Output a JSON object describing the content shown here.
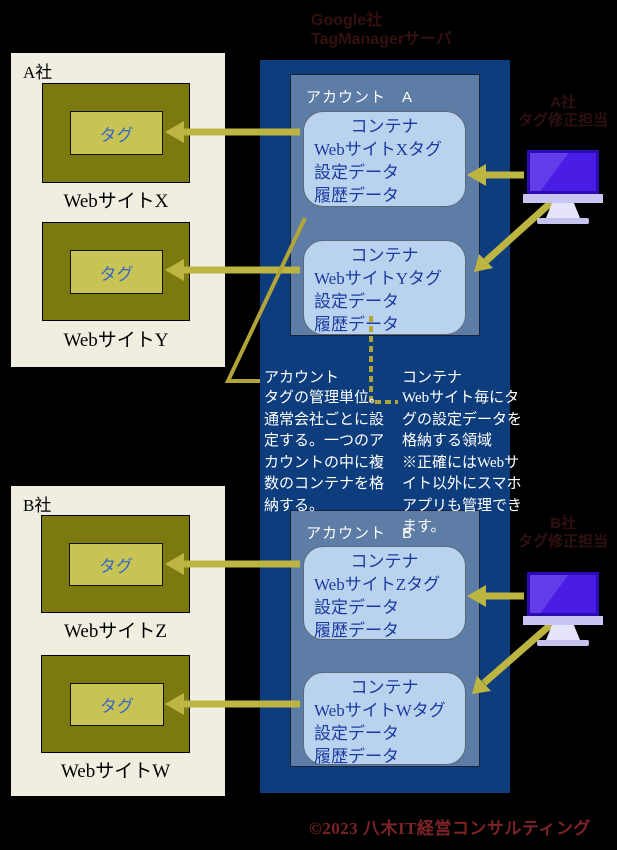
{
  "title": {
    "line1": "Google社",
    "line2": "TagManagerサーバ"
  },
  "companies": {
    "a": {
      "label": "A社",
      "sites": [
        {
          "name": "WebサイトX",
          "tag": "タグ"
        },
        {
          "name": "WebサイトY",
          "tag": "タグ"
        }
      ]
    },
    "b": {
      "label": "B社",
      "sites": [
        {
          "name": "WebサイトZ",
          "tag": "タグ"
        },
        {
          "name": "WebサイトW",
          "tag": "タグ"
        }
      ]
    }
  },
  "server": {
    "accounts": [
      {
        "label": "アカウント　A",
        "containers": [
          {
            "heading": "コンテナ",
            "body": "WebサイトXタグ\n設定データ\n履歴データ"
          },
          {
            "heading": "コンテナ",
            "body": "WebサイトYタグ\n設定データ\n履歴データ"
          }
        ]
      },
      {
        "label": "アカウント　B",
        "containers": [
          {
            "heading": "コンテナ",
            "body": "WebサイトZタグ\n設定データ\n履歴データ"
          },
          {
            "heading": "コンテナ",
            "body": "WebサイトWタグ\n設定データ\n履歴データ"
          }
        ]
      }
    ]
  },
  "operators": [
    {
      "company": "A社",
      "role": "タグ修正担当"
    },
    {
      "company": "B社",
      "role": "タグ修正担当"
    }
  ],
  "notes": {
    "account": {
      "heading": "アカウント",
      "body": "タグの管理単位。\n通常会社ごとに設\n定する。一つのア\nカウントの中に複\n数のコンテナを格\n納する。"
    },
    "container": {
      "heading": "コンテナ",
      "body": "Webサイト毎にタ\nグの設定データを\n格納する領域\n※正確にはWebサ\nイト以外にスマホ\nアプリも管理でき\nます。"
    }
  },
  "copyright": "©2023 八木IT経営コンサルティング",
  "colors": {
    "background": "#000000",
    "server_box": "#0e3d7d",
    "account_box": "#5d7ca6",
    "container_box": "#b9d2ee",
    "container_text": "#1d3a9e",
    "company_box": "#efeee0",
    "website_box": "#7c7a0e",
    "tag_box": "#c7c455",
    "tag_text": "#3a68c2",
    "arrow": "#bdb542",
    "leader_line": "#b1a438",
    "note_text": "#ffffff",
    "title_text": "#35100e",
    "monitor_screen": "#4a1de6",
    "copyright_text": "#7c2326"
  }
}
